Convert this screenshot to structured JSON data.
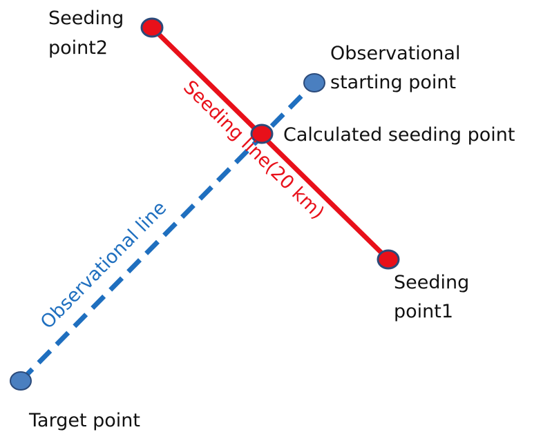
{
  "colors": {
    "observational": "#1f6fbf",
    "seeding": "#e8101a",
    "point_blue_fill": "#4a7fc0",
    "point_red_fill": "#e8101a",
    "point_outline": "#2b4a7a",
    "text": "#111111"
  },
  "labels": {
    "seeding_point2_line1": "Seeding",
    "seeding_point2_line2": "point2",
    "obs_start_line1": "Observational",
    "obs_start_line2": "starting point",
    "calculated_point": "Calculated seeding point",
    "seeding_point1_line1": "Seeding",
    "seeding_point1_line2": "point1",
    "target_point": "Target point",
    "seeding_line": "Seeding line(20 km)",
    "observational_line": "Observational line"
  }
}
